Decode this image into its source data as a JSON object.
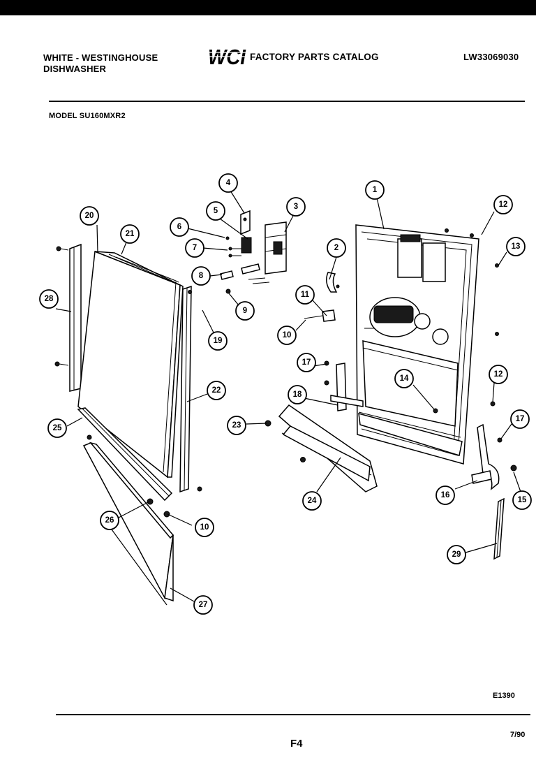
{
  "header": {
    "brand_line1": "WHITE - WESTINGHOUSE",
    "brand_line2": "DISHWASHER",
    "logo_text": "WCI",
    "catalog_title": "FACTORY PARTS CATALOG",
    "catalog_number": "LW33069030",
    "model_line": "MODEL SU160MXR2"
  },
  "callouts": [
    {
      "id": "c1",
      "label": "1"
    },
    {
      "id": "c2",
      "label": "2"
    },
    {
      "id": "c3",
      "label": "3"
    },
    {
      "id": "c4",
      "label": "4"
    },
    {
      "id": "c5",
      "label": "5"
    },
    {
      "id": "c6",
      "label": "6"
    },
    {
      "id": "c7",
      "label": "7"
    },
    {
      "id": "c8",
      "label": "8"
    },
    {
      "id": "c9",
      "label": "9"
    },
    {
      "id": "c10a",
      "label": "10"
    },
    {
      "id": "c10b",
      "label": "10"
    },
    {
      "id": "c11",
      "label": "11"
    },
    {
      "id": "c12a",
      "label": "12"
    },
    {
      "id": "c12b",
      "label": "12"
    },
    {
      "id": "c13",
      "label": "13"
    },
    {
      "id": "c14",
      "label": "14"
    },
    {
      "id": "c15",
      "label": "15"
    },
    {
      "id": "c16",
      "label": "16"
    },
    {
      "id": "c17a",
      "label": "17"
    },
    {
      "id": "c17b",
      "label": "17"
    },
    {
      "id": "c18",
      "label": "18"
    },
    {
      "id": "c19",
      "label": "19"
    },
    {
      "id": "c20",
      "label": "20"
    },
    {
      "id": "c21",
      "label": "21"
    },
    {
      "id": "c22",
      "label": "22"
    },
    {
      "id": "c23",
      "label": "23"
    },
    {
      "id": "c24",
      "label": "24"
    },
    {
      "id": "c25",
      "label": "25"
    },
    {
      "id": "c26",
      "label": "26"
    },
    {
      "id": "c27",
      "label": "27"
    },
    {
      "id": "c28",
      "label": "28"
    },
    {
      "id": "c29",
      "label": "29"
    }
  ],
  "footer": {
    "figure_code": "E1390",
    "page_id": "F4",
    "date": "7/90"
  }
}
